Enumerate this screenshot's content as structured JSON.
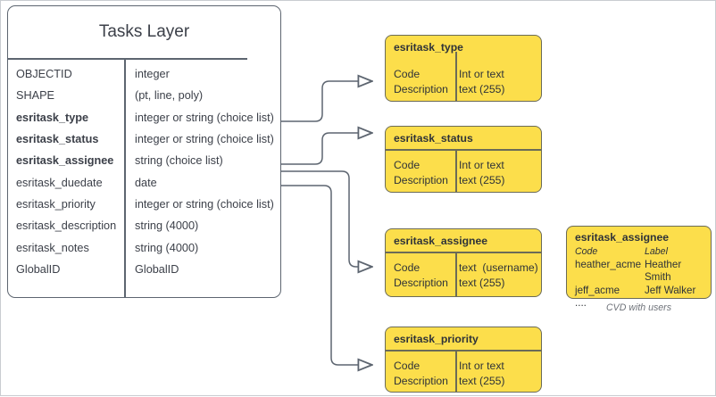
{
  "diagram": {
    "colors": {
      "domain_fill": "#FCDE4B",
      "domain_stroke": "#6b6b57",
      "entity_stroke": "#5d6570",
      "text": "#3c4049",
      "caption": "#6f737a"
    }
  },
  "tasks_layer": {
    "title": "Tasks Layer",
    "columns": [
      "field",
      "type"
    ],
    "fields": [
      {
        "name": "OBJECTID",
        "type": "integer",
        "bold": false
      },
      {
        "name": "SHAPE",
        "type": "(pt, line, poly)",
        "bold": false
      },
      {
        "name": "esritask_type",
        "type": "integer or string (choice list)",
        "bold": true
      },
      {
        "name": "esritask_status",
        "type": "integer or string (choice list)",
        "bold": true
      },
      {
        "name": "esritask_assignee",
        "type": "string (choice list)",
        "bold": true
      },
      {
        "name": "esritask_duedate",
        "type": "date",
        "bold": false
      },
      {
        "name": "esritask_priority",
        "type": "integer or string (choice list)",
        "bold": false
      },
      {
        "name": "esritask_description",
        "type": "string (4000)",
        "bold": false
      },
      {
        "name": "esritask_notes",
        "type": "string (4000)",
        "bold": false
      },
      {
        "name": "GlobalID",
        "type": "GlobalID",
        "bold": false
      }
    ]
  },
  "domains": [
    {
      "title": "esritask_type",
      "code_label": "Code",
      "description_label": "Description",
      "code_type": "Int or text",
      "description_type": "text (255)"
    },
    {
      "title": "esritask_status",
      "code_label": "Code",
      "description_label": "Description",
      "code_type": "Int or text",
      "description_type": "text (255)"
    },
    {
      "title": "esritask_assignee",
      "code_label": "Code",
      "description_label": "Description",
      "code_type": "text  (username)",
      "description_type": "text (255)"
    },
    {
      "title": "esritask_priority",
      "code_label": "Code",
      "description_label": "Description",
      "code_type": "Int or text",
      "description_type": "text (255)"
    }
  ],
  "cvd": {
    "title": "esritask_assignee",
    "header": {
      "code": "Code",
      "label": "Label"
    },
    "rows": [
      {
        "code": "heather_acme",
        "label": "Heather Smith"
      },
      {
        "code": "jeff_acme",
        "label": "Jeff Walker"
      },
      {
        "code": "....",
        "label": ""
      }
    ],
    "caption": "CVD with users"
  }
}
